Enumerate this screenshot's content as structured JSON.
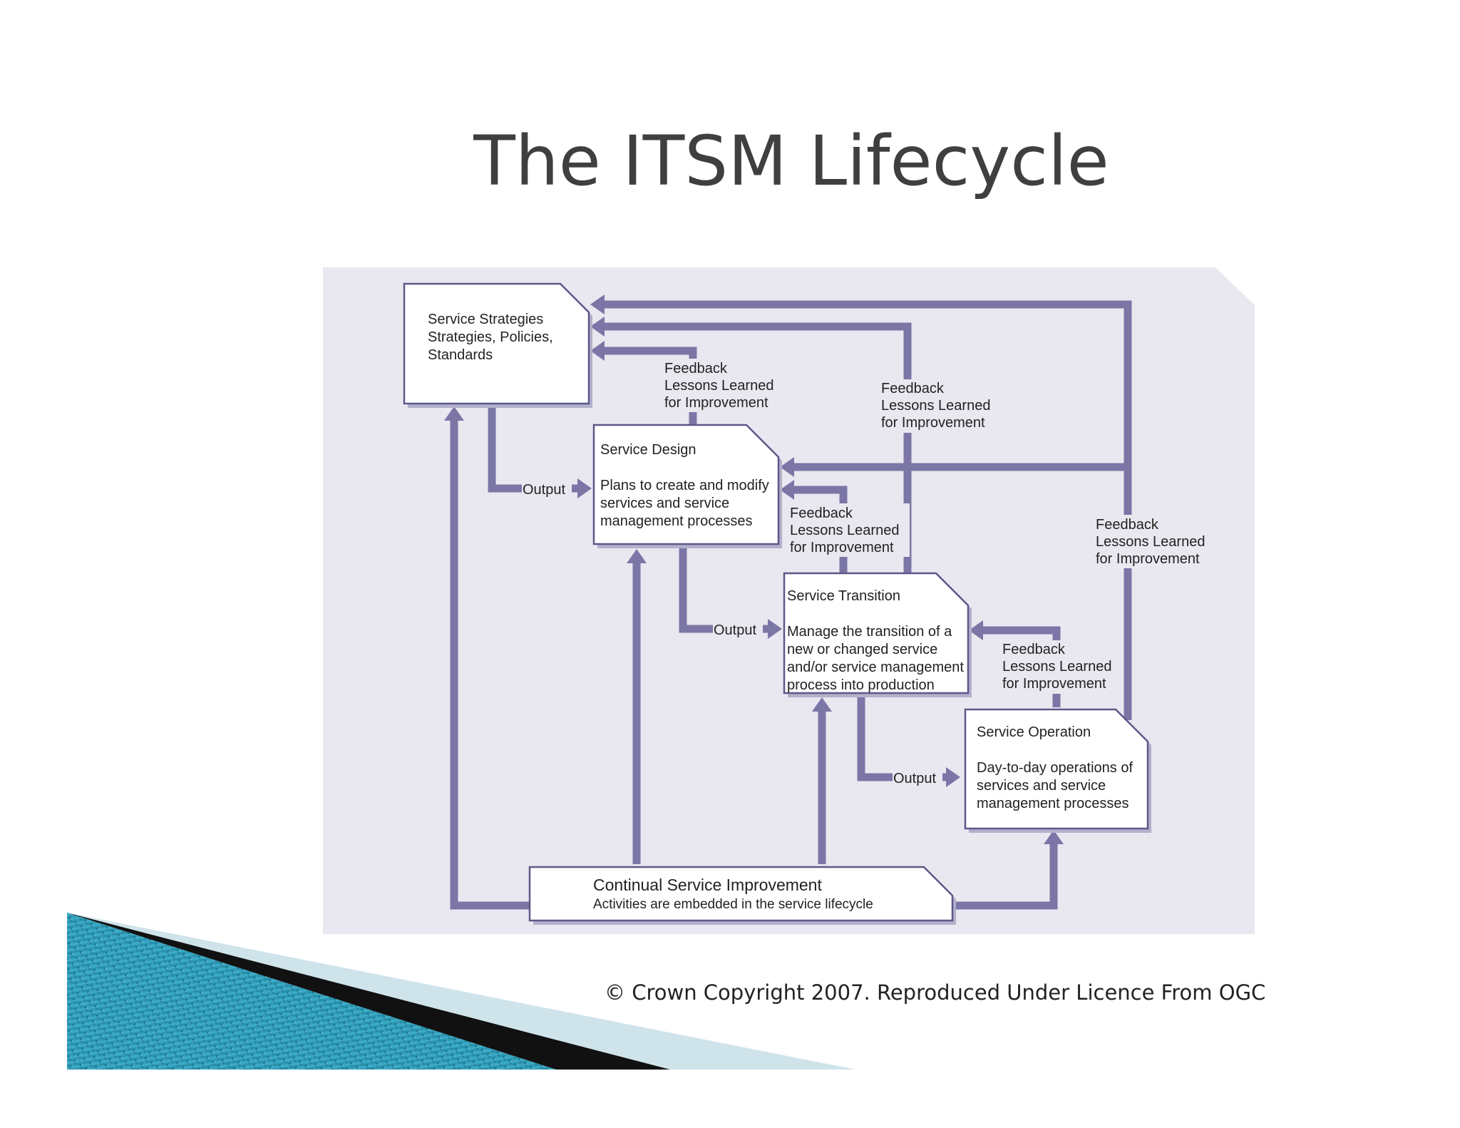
{
  "slide": {
    "title": "The ITSM Lifecycle",
    "copyright": "© Crown Copyright 2007.  Reproduced Under Licence From OGC"
  },
  "diagram": {
    "boxes": {
      "strategy": {
        "lines": [
          "Service Strategies",
          "Strategies, Policies,",
          "Standards"
        ]
      },
      "design": {
        "lines": [
          "Service Design",
          "",
          "Plans to create and modify",
          "services and service",
          "management processes"
        ]
      },
      "transition": {
        "lines": [
          "Service Transition",
          "",
          "Manage the transition of a",
          "new or changed service",
          "and/or service management",
          "process into production"
        ]
      },
      "operation": {
        "lines": [
          "Service Operation",
          "",
          "Day-to-day operations of",
          "services and service",
          "management processes"
        ]
      },
      "csi": {
        "title": "Continual Service Improvement",
        "subtitle": "Activities are embedded in the service lifecycle"
      }
    },
    "output_label": "Output",
    "feedback_lines": [
      "Feedback",
      "Lessons Learned",
      "for Improvement"
    ]
  },
  "colors": {
    "panel": "#e9e8f0",
    "connector": "#7b76a6",
    "box_border": "#5c5888",
    "box_shadow": "#b3b0cc",
    "ribbon_teal": "#1f8ea8",
    "ribbon_dark": "#111111",
    "ribbon_light": "#cfe3ea"
  }
}
